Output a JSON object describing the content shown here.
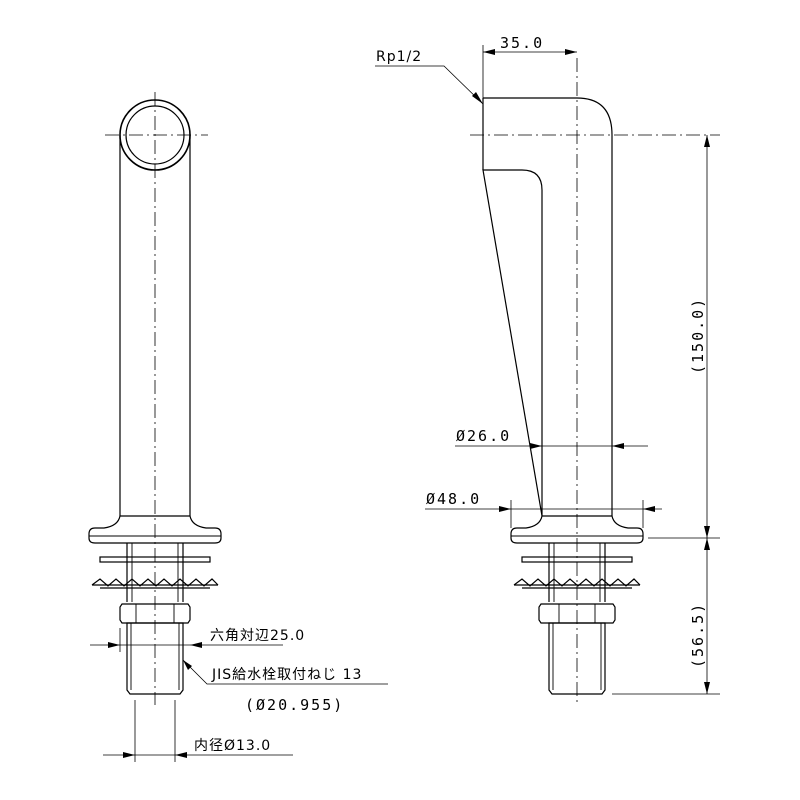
{
  "labels": {
    "thread_rp": "Rp1/2",
    "offset_35": "35.0",
    "height_150": "(150.0)",
    "dia_26": "Ø26.0",
    "dia_48": "Ø48.0",
    "height_56": "(56.5)",
    "hex_across_flats": "六角対辺25.0",
    "jis_thread": "JIS給水栓取付ねじ 13",
    "jis_thread_dia": "(Ø20.955)",
    "inner_dia": "内径Ø13.0"
  }
}
